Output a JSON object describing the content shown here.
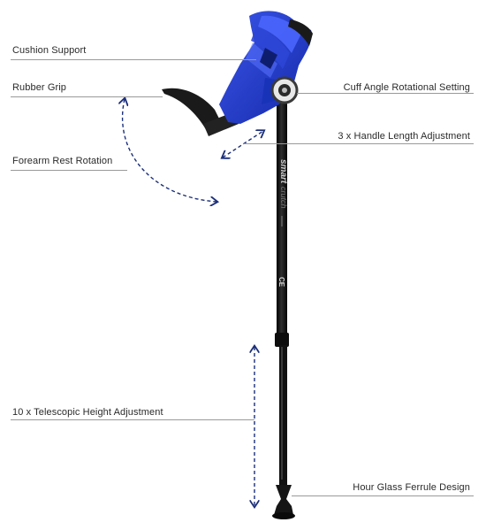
{
  "labels": {
    "cushion_support": "Cushion Support",
    "rubber_grip": "Rubber Grip",
    "forearm_rest_rotation": "Forearm Rest Rotation",
    "cuff_angle": "Cuff Angle Rotational Setting",
    "handle_length": "3 x Handle Length Adjustment",
    "telescopic_height": "10 x Telescopic Height Adjustment",
    "ferrule_design": "Hour Glass Ferrule Design"
  },
  "product": {
    "brand_mark": "smart",
    "brand_suffix": "crutch",
    "cert_mark": "CE"
  },
  "colors": {
    "cuff_blue": "#1f37c9",
    "shaft_black": "#141414",
    "arrow_navy": "#1b2f7a",
    "leader_gray": "#9a9a9a"
  }
}
